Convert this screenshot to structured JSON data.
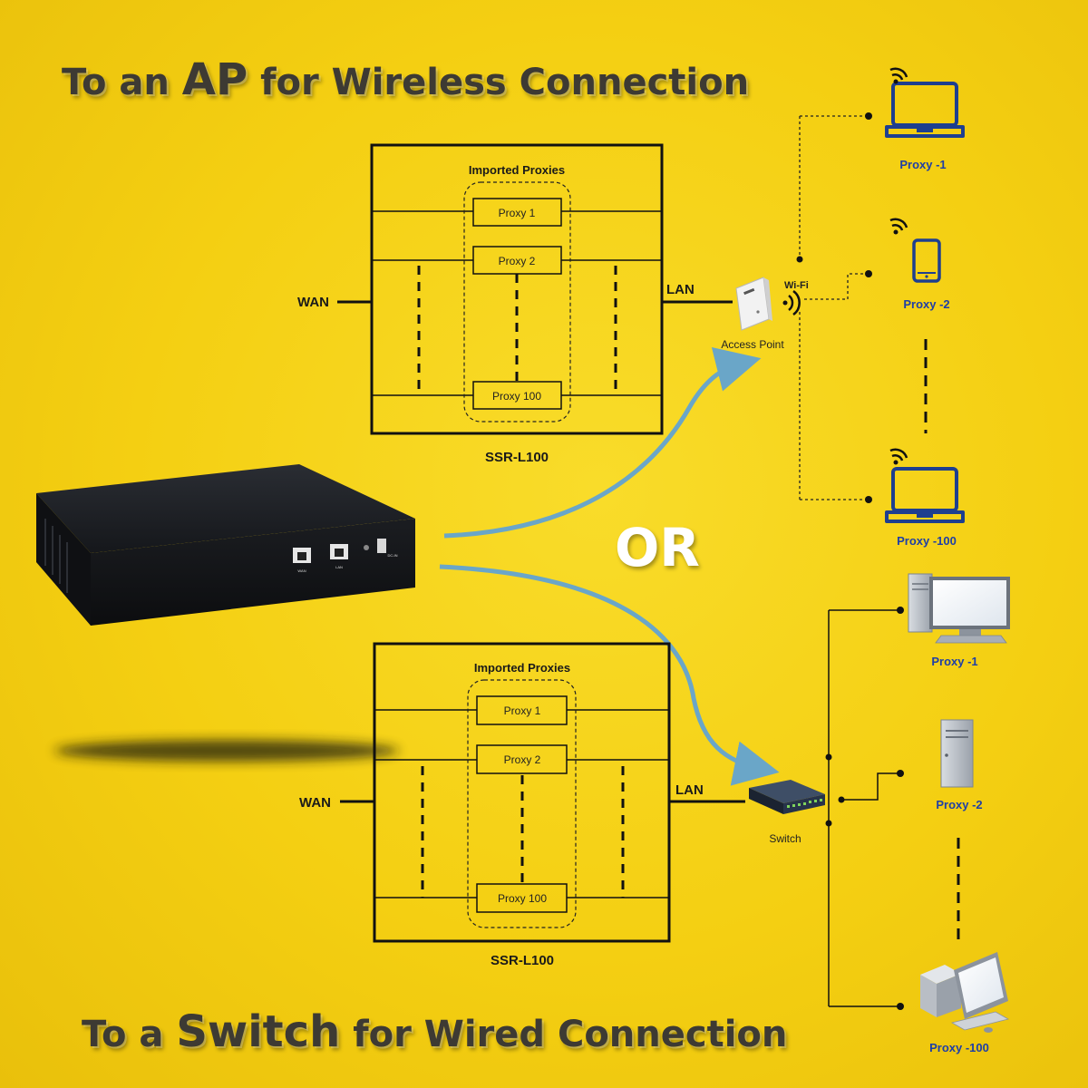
{
  "top_heading": {
    "prefix": "To an",
    "emphasis": "AP",
    "suffix": "for Wireless Connection"
  },
  "bottom_heading": {
    "prefix": "To a",
    "emphasis": "Switch",
    "suffix": "for Wired Connection"
  },
  "or_label": "OR",
  "ap_diagram": {
    "box_title": "Imported Proxies",
    "proxies": [
      "Proxy 1",
      "Proxy 2",
      "Proxy 100"
    ],
    "device_label": "SSR-L100",
    "wan_label": "WAN",
    "lan_label": "LAN",
    "ap_label": "Access Point",
    "wifi_label": "Wi-Fi",
    "clients": [
      "Proxy -1",
      "Proxy -2",
      "Proxy -100"
    ]
  },
  "switch_diagram": {
    "box_title": "Imported Proxies",
    "proxies": [
      "Proxy 1",
      "Proxy 2",
      "Proxy 100"
    ],
    "device_label": "SSR-L100",
    "wan_label": "WAN",
    "lan_label": "LAN",
    "switch_label": "Switch",
    "clients": [
      "Proxy -1",
      "Proxy -2",
      "Proxy -100"
    ]
  },
  "hardware": {
    "port_labels": [
      "WAN",
      "LAN",
      "DC-IN"
    ]
  },
  "colors": {
    "background": "#f4cf12",
    "arrow": "#6aa6c8",
    "client_label": "#1f3fa6",
    "text_dark": "#3d3a33"
  }
}
